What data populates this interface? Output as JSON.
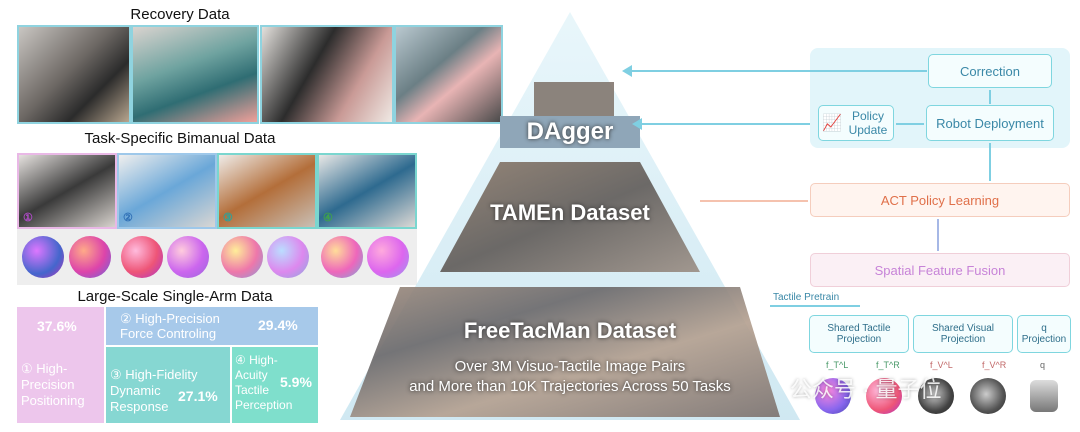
{
  "left": {
    "recovery_title": "Recovery Data",
    "bimanual_title": "Task-Specific Bimanual Data",
    "bimanual_numbers": [
      "①",
      "②",
      "③",
      "④"
    ],
    "single_arm_title": "Large-Scale Single-Arm Data",
    "treemap": {
      "positioning": {
        "label": "① High-Precision Positioning",
        "value": "37.6%"
      },
      "force": {
        "label": "② High-Precision Force Controling",
        "value": "29.4%"
      },
      "dynamic": {
        "label": "③ High-Fidelity Dynamic Response",
        "value": "27.1%"
      },
      "acuity": {
        "label": "④ High-Acuity Tactile Perception",
        "value": "5.9%"
      }
    }
  },
  "pyramid": {
    "top_label": "DAgger",
    "mid_label": "TAMEn Dataset",
    "base_label": "FreeTacMan Dataset",
    "sub_line1": "Over 3M Visuo-Tactile Image Pairs",
    "sub_line2": "and More than 10K Trajectories Across 50 Tasks"
  },
  "flow": {
    "correction": "Correction",
    "policy_update": "Policy Update",
    "robot_deployment": "Robot Deployment",
    "act_learning": "ACT Policy Learning",
    "spatial_fusion": "Spatial Feature Fusion",
    "tactile_pretrain": "Tactile Pretrain",
    "shared_tactile": "Shared Tactile Projection",
    "shared_visual": "Shared Visual Projection",
    "q_projection": "q Projection",
    "feat_labels": [
      "f_T^L",
      "f_T^R",
      "f_V^L",
      "f_V^R",
      "q"
    ]
  },
  "watermark": "公众号 · 量子位",
  "colors": {
    "teal": "#7fd6df",
    "pink": "#e9b8e6",
    "blue": "#9ec8ea",
    "green": "#7ad6cf",
    "orange_text": "#e0704a",
    "purple_text": "#c783d8"
  }
}
